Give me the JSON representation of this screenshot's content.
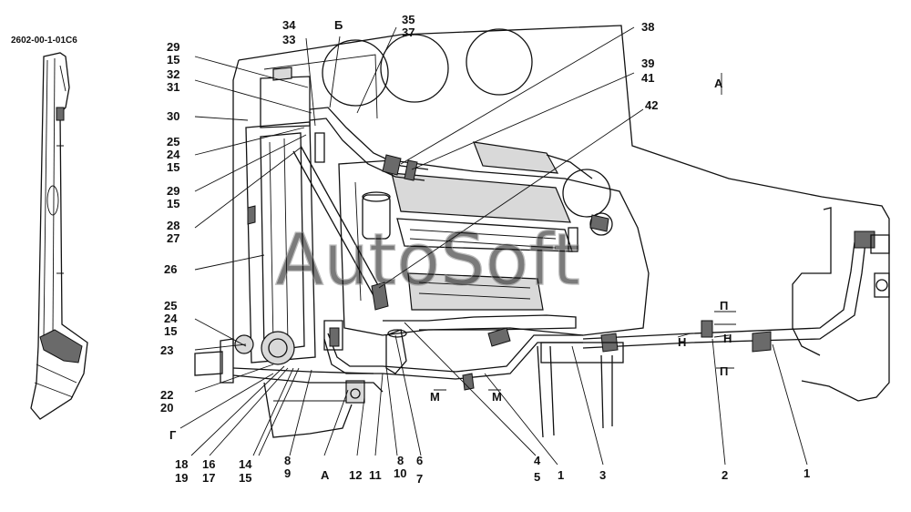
{
  "drawing_code": "2602-00-1-01C6",
  "watermark": "AutoSoft",
  "callouts_left": [
    "29",
    "15",
    "32",
    "31",
    "30",
    "25",
    "24",
    "15",
    "29",
    "15",
    "28",
    "27",
    "26",
    "25",
    "24",
    "15",
    "23",
    "22",
    "20",
    "Г"
  ],
  "callouts_top": [
    "34",
    "33",
    "Б",
    "35",
    "37",
    "38",
    "39",
    "41",
    "42",
    "А"
  ],
  "callouts_bottom": [
    "18",
    "19",
    "16",
    "17",
    "14",
    "15",
    "8",
    "9",
    "А",
    "12",
    "11",
    "8",
    "10",
    "6",
    "7",
    "4",
    "5",
    "1",
    "3",
    "2",
    "1"
  ],
  "section_marks": [
    "П",
    "Н",
    "Н",
    "П",
    "М",
    "М"
  ],
  "colors": {
    "ink": "#111111",
    "paper": "#ffffff",
    "shade": "#d9d9d9",
    "dark": "#6a6a6a"
  }
}
